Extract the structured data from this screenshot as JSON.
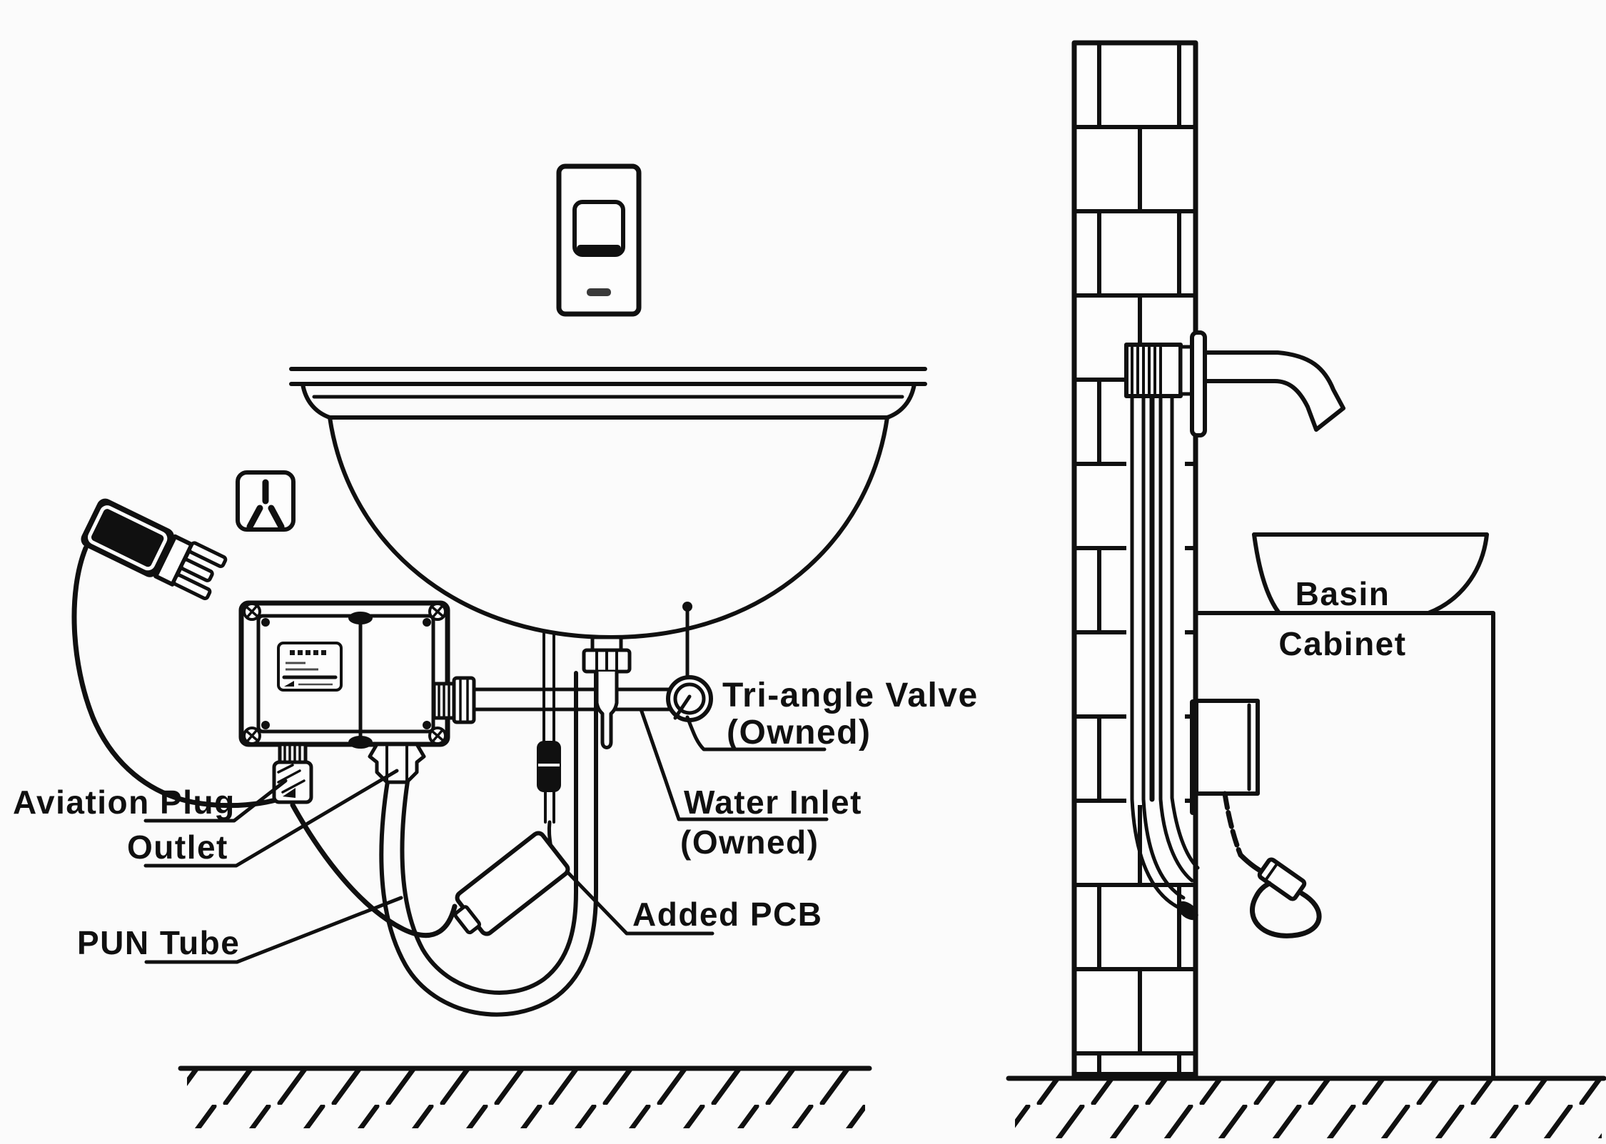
{
  "diagram": {
    "kind": "faucet-installation-diagram",
    "labels": {
      "aviation_plug": "Aviation Plug",
      "outlet": "Outlet",
      "pun_tube": "PUN Tube",
      "added_pcb": "Added PCB",
      "tri_angle_valve_line1": "Tri-angle Valve",
      "tri_angle_valve_line2": "(Owned)",
      "water_inlet_line1": "Water Inlet",
      "water_inlet_line2": "(Owned)",
      "basin": "Basin",
      "cabinet": "Cabinet"
    },
    "colors": {
      "ink": "#101010",
      "background": "#fbfbfb"
    }
  }
}
